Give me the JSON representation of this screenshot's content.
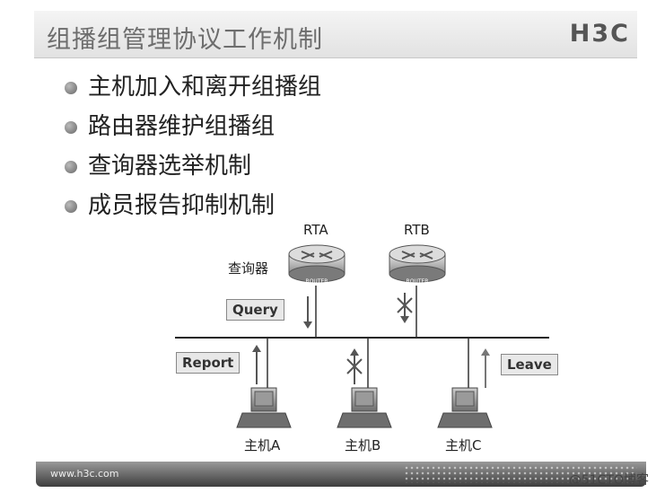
{
  "slide": {
    "title": "组播组管理协议工作机制",
    "logo": "H3C",
    "bullets": [
      "主机加入和离开组播组",
      "路由器维护组播组",
      "查询器选举机制",
      "成员报告抑制机制"
    ]
  },
  "diagram": {
    "querier_label": "查询器",
    "router_a": "RTA",
    "router_b": "RTB",
    "router_badge": "ROUTER",
    "query_tag": "Query",
    "report_tag": "Report",
    "leave_tag": "Leave",
    "host_a": "主机A",
    "host_b": "主机B",
    "host_c": "主机C"
  },
  "footer": {
    "url": "www.h3c.com",
    "watermark": "@51CTO博客"
  }
}
